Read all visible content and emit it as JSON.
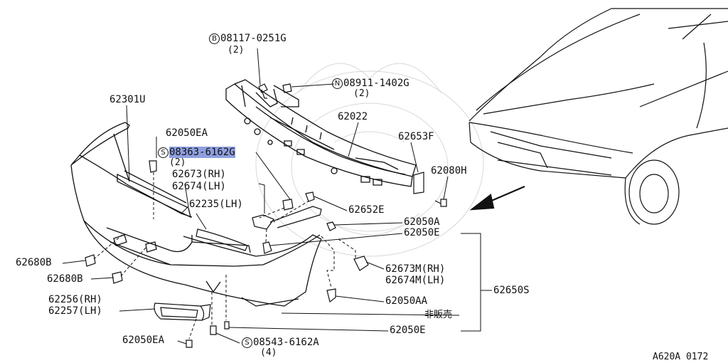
{
  "diagram": {
    "page_id": "A620A 0172",
    "labels": {
      "p08117": "08117-0251G",
      "p08117_qty": "(2)",
      "p08117_mark": "B",
      "p08911": "08911-1402G",
      "p08911_qty": "(2)",
      "p08911_mark": "N",
      "p62301u": "62301U",
      "p62022": "62022",
      "p62653f": "62653F",
      "p62080h": "62080H",
      "p62050ea_top": "62050EA",
      "p08363": "08363-6162G",
      "p08363_qty": "(2)",
      "p08363_mark": "S",
      "p62673_rh": "62673(RH)",
      "p62674_lh": "62674(LH)",
      "p62235_lh": "62235(LH)",
      "p62652e": "62652E",
      "p62050a": "62050A",
      "p62050e_top": "62050E",
      "p62680b_1": "62680B",
      "p62680b_2": "62680B",
      "p62673m_rh": "62673M(RH)",
      "p62674m_lh": "62674M(LH)",
      "p62650s": "62650S",
      "p62256_rh": "62256(RH)",
      "p62257_lh": "62257(LH)",
      "p62050aa": "62050AA",
      "p_not_sold": "非販売",
      "p62050e_bot": "62050E",
      "p62050ea_bot": "62050EA",
      "p08543": "08543-6162A",
      "p08543_qty": "(4)",
      "p08543_mark": "S"
    },
    "highlight_color": "#8fa0e0",
    "line_color": "#111111"
  }
}
